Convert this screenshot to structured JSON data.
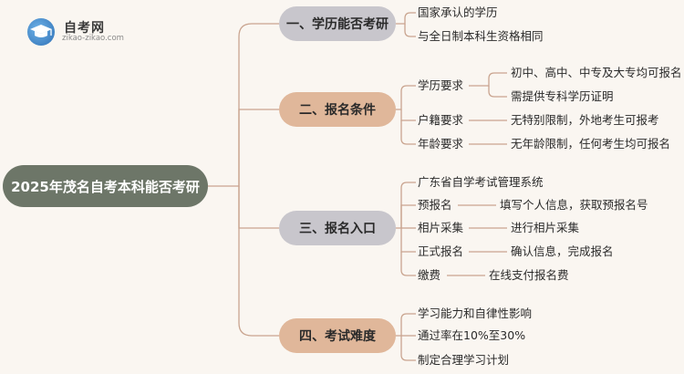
{
  "logo": {
    "title": "自考网",
    "url": "zikao-zikao.com",
    "icon": "graduation-cap-icon"
  },
  "colors": {
    "root": "#6d7668",
    "branch_gray": "#c8c6cc",
    "branch_peach": "#e0b79a",
    "line": "#c9a48f",
    "background": "#faf6f1"
  },
  "root": "2025年茂名自考本科能否考研",
  "branches": [
    {
      "label": "一、学历能否考研",
      "leaves": [
        "国家承认的学历",
        "与全日制本科生资格相同"
      ]
    },
    {
      "label": "二、报名条件",
      "items": [
        {
          "label": "学历要求",
          "details": [
            "初中、高中、中专及大专均可报名",
            "需提供专科学历证明"
          ]
        },
        {
          "label": "户籍要求",
          "details": [
            "无特别限制，外地考生可报考"
          ]
        },
        {
          "label": "年龄要求",
          "details": [
            "无年龄限制，任何考生均可报名"
          ]
        }
      ]
    },
    {
      "label": "三、报名入口",
      "items": [
        {
          "label": "广东省自学考试管理系统",
          "details": []
        },
        {
          "label": "预报名",
          "details": [
            "填写个人信息，获取预报名号"
          ]
        },
        {
          "label": "相片采集",
          "details": [
            "进行相片采集"
          ]
        },
        {
          "label": "正式报名",
          "details": [
            "确认信息，完成报名"
          ]
        },
        {
          "label": "缴费",
          "details": [
            "在线支付报名费"
          ]
        }
      ]
    },
    {
      "label": "四、考试难度",
      "leaves": [
        "学习能力和自律性影响",
        "通过率在10%至30%",
        "制定合理学习计划"
      ]
    }
  ]
}
